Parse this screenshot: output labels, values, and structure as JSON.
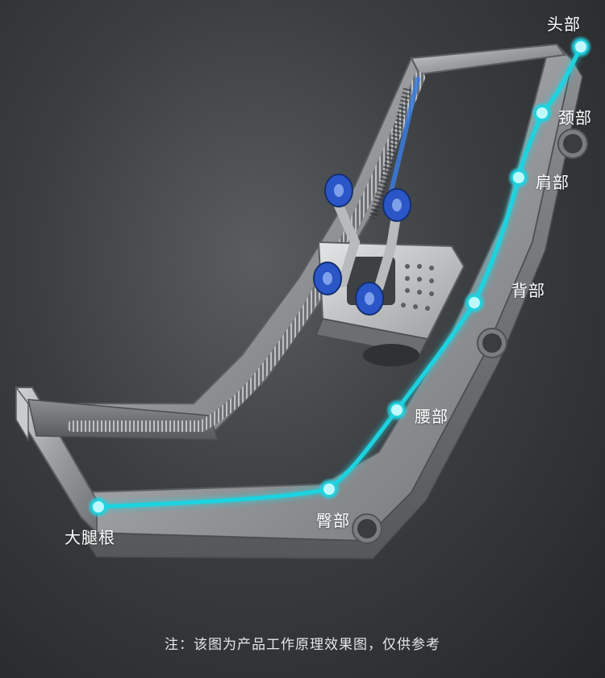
{
  "colors": {
    "track_glow": "#1fd3e0",
    "roller_blue": "#2a56c8",
    "frame_metal": "#a7aaad",
    "background": "#3b3e41"
  },
  "points": [
    {
      "id": "head",
      "label": "头部"
    },
    {
      "id": "neck",
      "label": "颈部"
    },
    {
      "id": "shoulder",
      "label": "肩部"
    },
    {
      "id": "back",
      "label": "背部"
    },
    {
      "id": "waist",
      "label": "腰部"
    },
    {
      "id": "hip",
      "label": "臀部"
    },
    {
      "id": "thigh",
      "label": "大腿根"
    }
  ],
  "note": "注：该图为产品工作原理效果图，仅供参考"
}
